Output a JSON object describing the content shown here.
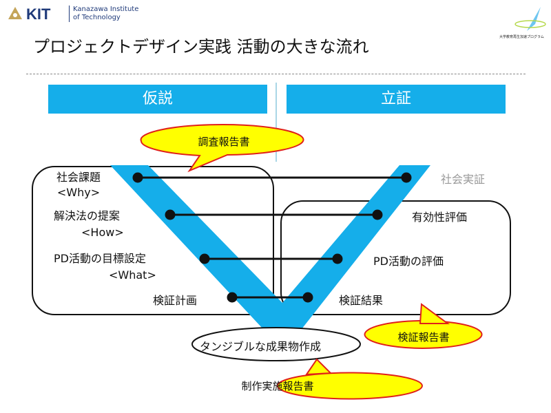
{
  "header": {
    "logo_mark": "KIT",
    "logo_text_line1": "Kanazawa Institute",
    "logo_text_line2": "of Technology",
    "program_name": "大学教育再生加速プログラム"
  },
  "title": "プロジェクトデザイン実践 活動の大きな流れ",
  "bands": {
    "left": "仮説",
    "right": "立証"
  },
  "left_items": [
    "社会課題",
    "<Why>",
    "解決法の提案",
    "<How>",
    "PD活動の目標設定",
    "<What>",
    "検証計画"
  ],
  "right_items": [
    "社会実証",
    "有効性評価",
    "PD活動の評価",
    "検証結果"
  ],
  "bottom": "タンジブルな成果物作成",
  "callouts": [
    "調査報告書",
    "検証報告書",
    "制作実施報告書"
  ],
  "colors": {
    "accent": "#15aeea",
    "callout": "#ffff00",
    "callout_border": "#e0201a"
  }
}
